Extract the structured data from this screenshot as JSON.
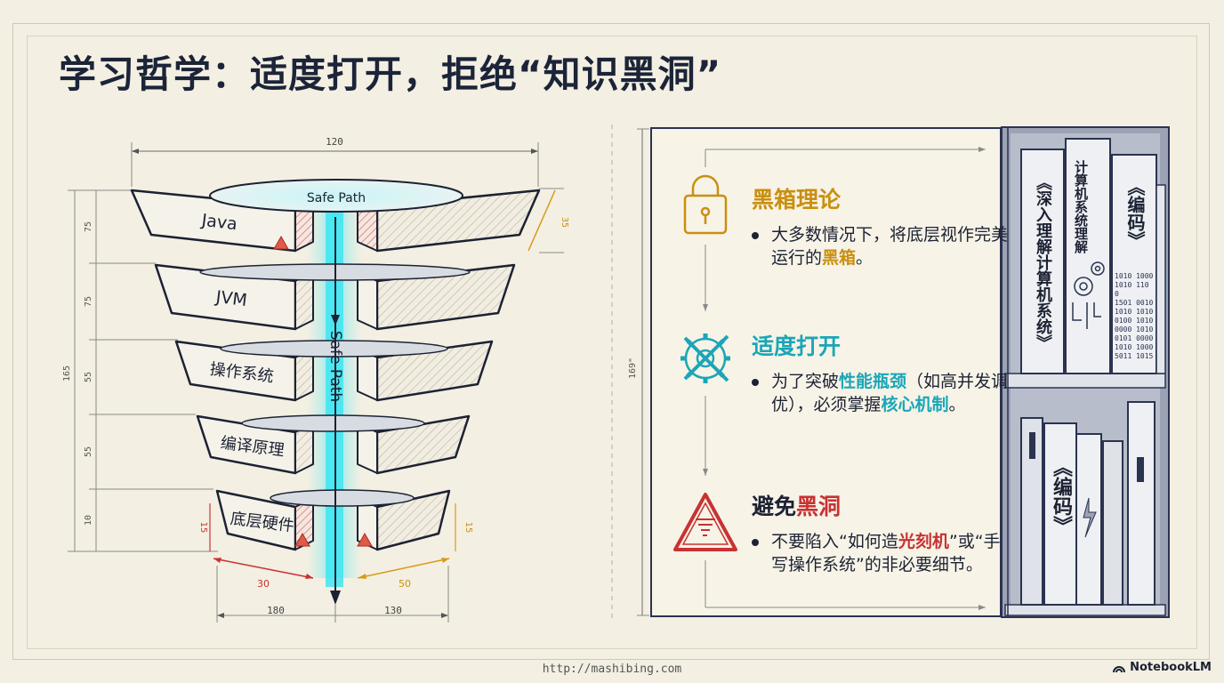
{
  "title": "学习哲学：适度打开，拒绝“知识黑洞”",
  "funnel": {
    "safe_path_top": "Safe Path",
    "safe_path_vertical": "Safe Path",
    "layers": [
      "Java",
      "JVM",
      "操作系统",
      "编译原理",
      "底层硬件"
    ],
    "dims": {
      "top_width": "120",
      "left_total": "165",
      "left_segments": [
        "75",
        "75",
        "55",
        "55",
        "10"
      ],
      "right_top": "35",
      "left_bottom_red": "15",
      "right_bottom_orange": "15",
      "bottom_left_red": "30",
      "bottom_right_orange": "50",
      "bottom_left": "180",
      "bottom_right": "130"
    }
  },
  "panel": {
    "side_dim": "169\"",
    "sections": [
      {
        "title": "黑箱理论",
        "icon": "lock-icon",
        "color": "#c98f10",
        "bullet_parts": [
          "大多数情况下，将底层视作完美运行的",
          "黑箱",
          "。"
        ]
      },
      {
        "title": "适度打开",
        "icon": "tools-gear-icon",
        "color": "#1aa6b7",
        "bullet_parts": [
          "为了突破",
          "性能瓶颈",
          "（如高并发调优），必须掌握",
          "核心机制",
          "。"
        ]
      },
      {
        "title_parts": [
          "避免",
          "黑洞"
        ],
        "icon": "warning-tornado-icon",
        "color": "#c83232",
        "bullet_parts": [
          "不要陷入“如何造",
          "光刻机",
          "”或“手写操作系统”的非必要细节。"
        ]
      }
    ]
  },
  "bookshelf": {
    "books_top": [
      "《深入理解计算机系统》",
      "计算机系统理解",
      "《编码》"
    ],
    "binary_lines": [
      "1010 1000",
      "1010 110 0",
      "1501 0010",
      "1010 1010",
      "0100 1010",
      "0000 1010",
      "0101 0000",
      "1010 1000",
      "5011 1015"
    ],
    "books_bottom": [
      "《编码》"
    ]
  },
  "footer": {
    "url": "http://mashibing.com",
    "brand": "NotebookLM"
  }
}
